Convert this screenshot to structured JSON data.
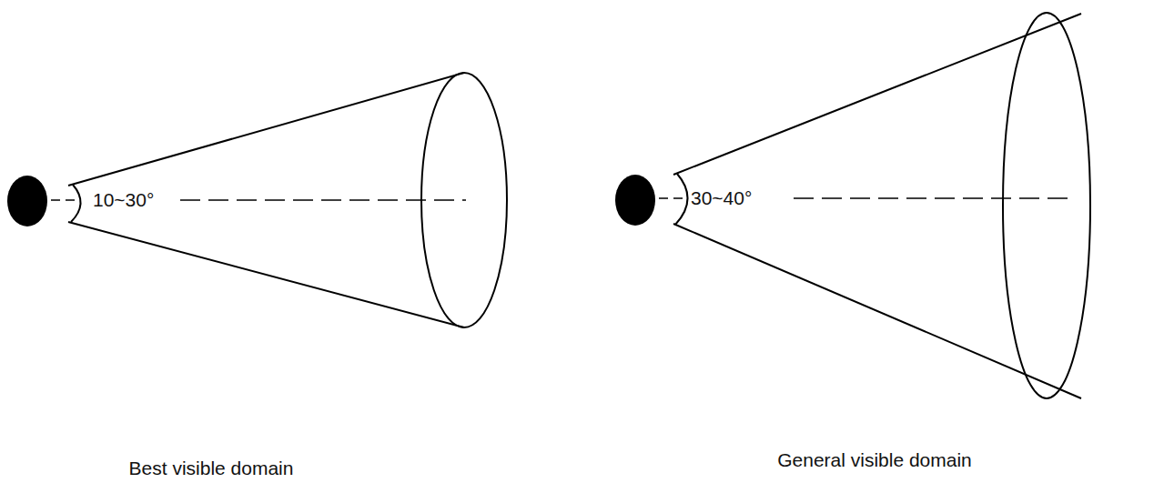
{
  "diagram": {
    "labels": [
      "10~30°",
      "30~40°",
      "Best visible domain",
      "General visible domain"
    ]
  }
}
